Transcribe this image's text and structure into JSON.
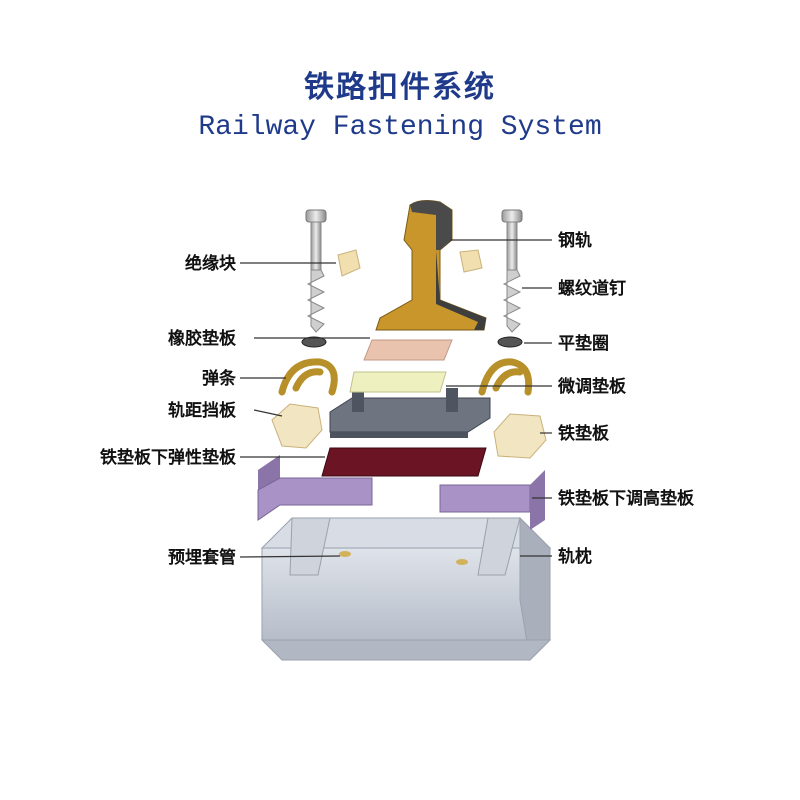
{
  "title": {
    "cn": "铁路扣件系统",
    "en": "Railway Fastening System"
  },
  "labels": {
    "insulator": "绝缘块",
    "rubber_pad": "橡胶垫板",
    "spring_clip": "弹条",
    "gauge_block": "轨距挡板",
    "elastic_pad": "铁垫板下弹性垫板",
    "embedded_sleeve": "预埋套管",
    "rail": "钢轨",
    "screw_spike": "螺纹道钉",
    "flat_washer": "平垫圈",
    "micro_pad": "微调垫板",
    "iron_plate": "铁垫板",
    "height_pad": "铁垫板下调高垫板",
    "sleeper": "轨枕"
  },
  "colors": {
    "title": "#1f3a8a",
    "rail": "#c8962a",
    "rubber_pad": "#e9c3ad",
    "spring_clip": "#b8902a",
    "micro_pad": "#eef0c0",
    "iron_plate": "#5e6470",
    "elastic_pad": "#6a1424",
    "height_pad": "#9c86b8",
    "sleeper": "#c6ccd6",
    "gauge_block": "#f2e6c2"
  }
}
